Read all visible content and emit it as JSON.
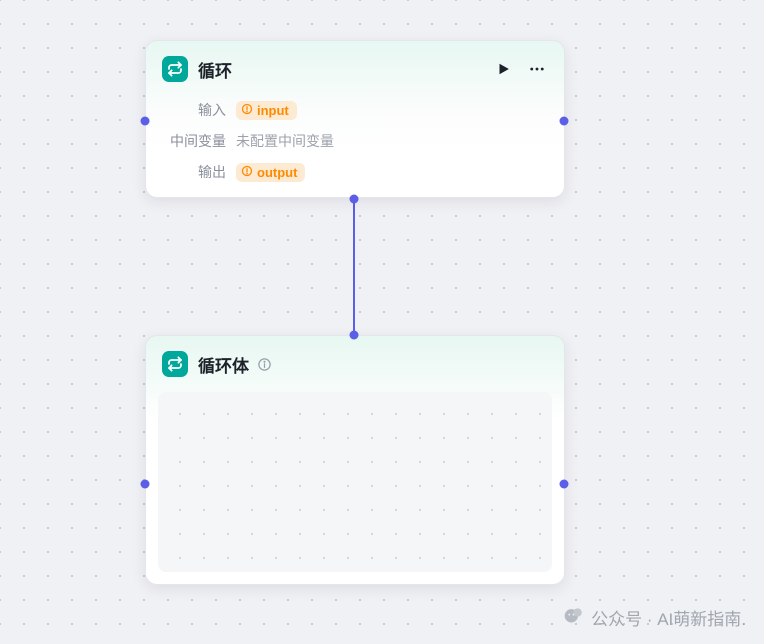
{
  "colors": {
    "canvas_bg": "#f0f1f5",
    "canvas_dot": "#c7cad6",
    "accent_teal": "#00a79b",
    "edge": "#5b5fe8",
    "port": "#5b5fe8",
    "badge_bg": "#fdead3",
    "badge_text": "#ff8a00",
    "label_gray": "#8b909c",
    "title_dark": "#1d2129"
  },
  "loop_node": {
    "title": "循环",
    "input_label": "输入",
    "input_badge": "input",
    "vars_label": "中间变量",
    "vars_value": "未配置中间变量",
    "output_label": "输出",
    "output_badge": "output"
  },
  "loop_body_node": {
    "title": "循环体"
  },
  "watermark": {
    "text": "公众号 · AI萌新指南."
  }
}
